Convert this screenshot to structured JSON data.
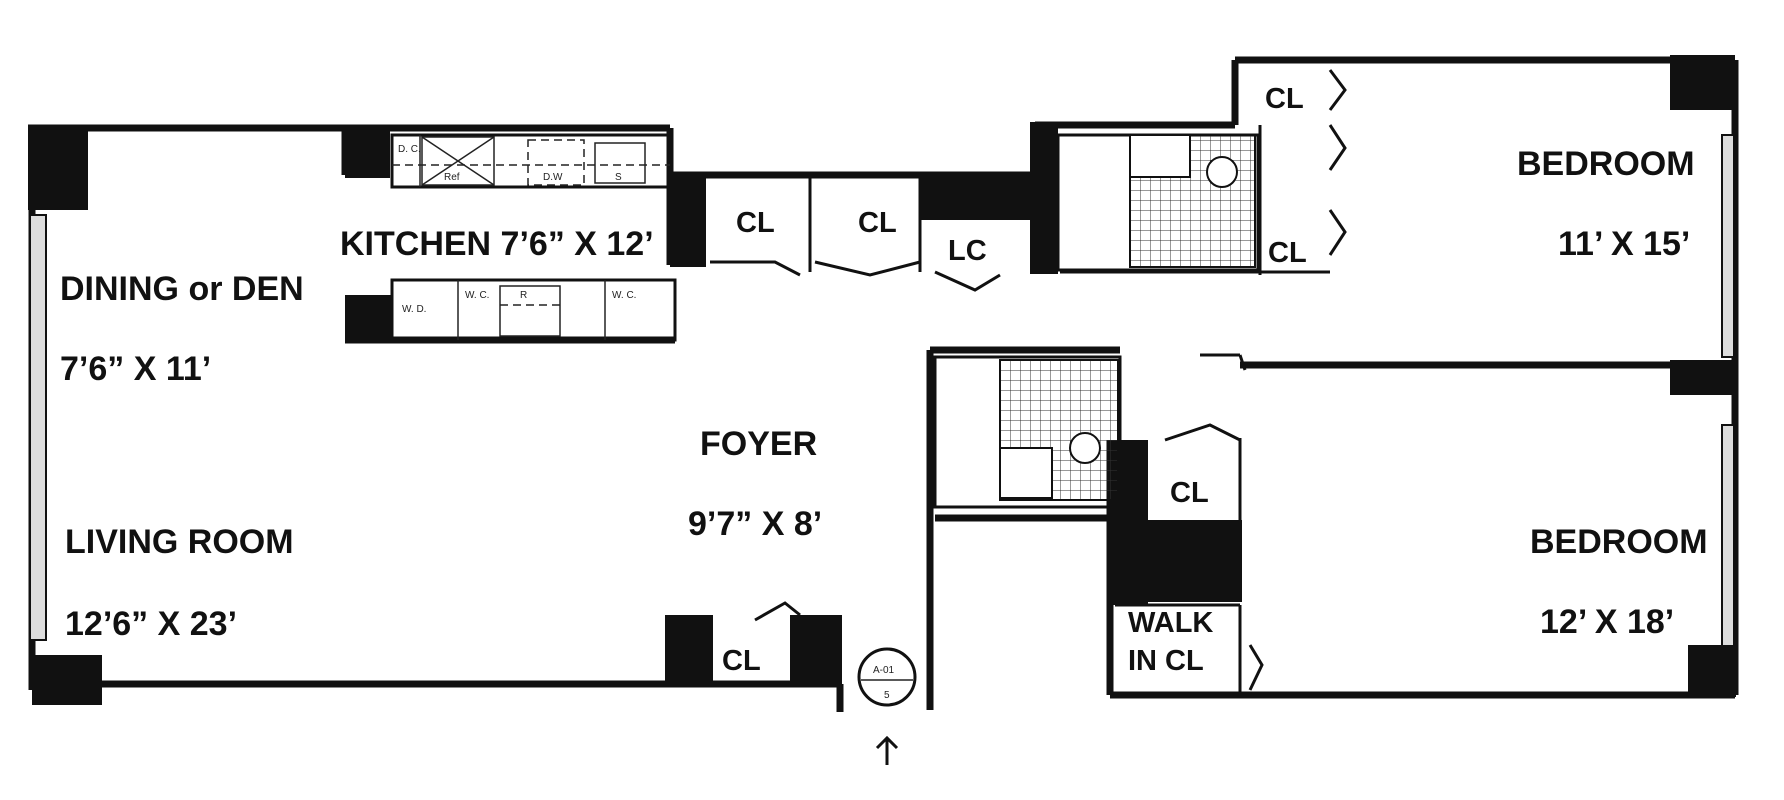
{
  "rooms": {
    "dining_name": "DINING or DEN",
    "dining_size": "7’6” X 11’",
    "living_name": "LIVING ROOM",
    "living_size": "12’6” X 23’",
    "kitchen": "KITCHEN 7’6” X 12’",
    "foyer_name": "FOYER",
    "foyer_size": "9’7” X 8’",
    "bedroom1_name": "BEDROOM",
    "bedroom1_size": "11’ X 15’",
    "bedroom2_name": "BEDROOM",
    "bedroom2_size": "12’ X 18’",
    "walk_in_line1": "WALK",
    "walk_in_line2": "IN CL"
  },
  "closets": {
    "closet_label": "CL",
    "linen_label": "LC"
  },
  "appliances": {
    "dc": "D. C.",
    "ref": "Ref",
    "dw": "D.W",
    "sink": "S",
    "wd": "W. D.",
    "wc1": "W. C.",
    "range": "R",
    "wc2": "W. C."
  },
  "entry_tag": {
    "top": "A-01",
    "bottom": "5"
  },
  "colors": {
    "wall": "#111111",
    "background": "#ffffff"
  }
}
